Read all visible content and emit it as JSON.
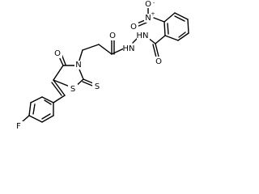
{
  "molecule": {
    "atoms": {
      "F": "F",
      "S_ring": "S",
      "S_thione": "S",
      "N_ring": "N",
      "O_ring": "O",
      "O_amide1": "O",
      "HN1": "HN",
      "HN2": "HN",
      "O_amide2": "O",
      "N_nitro": "N",
      "plus": "+",
      "O_nitro_a": "O",
      "minus": "-",
      "O_nitro_b": "O"
    }
  }
}
